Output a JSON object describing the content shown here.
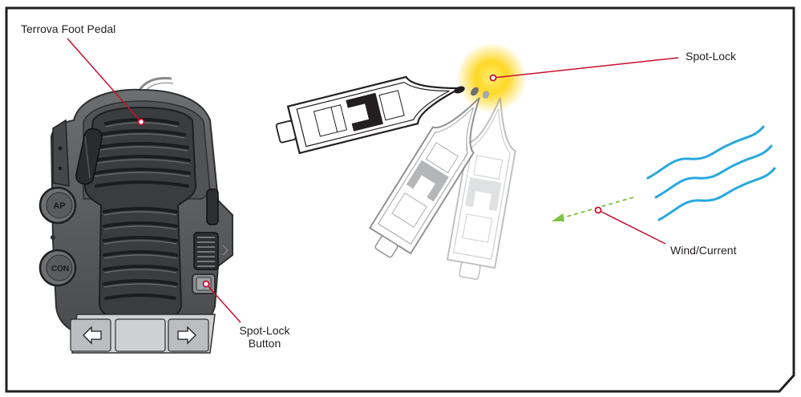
{
  "labels": {
    "foot_pedal": "Terrova Foot Pedal",
    "spot_lock": "Spot-Lock",
    "wind_current": "Wind/Current",
    "spot_lock_button_line1": "Spot-Lock",
    "spot_lock_button_line2": "Button"
  },
  "pedal_buttons": {
    "ap": "AP",
    "con": "CON"
  },
  "colors": {
    "leader_line": "#c8102e",
    "wind_arrow": "#7cc243",
    "waves": "#29a8df",
    "glow": "#ffd100",
    "pedal_body": "#5a5b5d",
    "pedal_dark": "#2e2f31",
    "frame": "#231f20"
  }
}
